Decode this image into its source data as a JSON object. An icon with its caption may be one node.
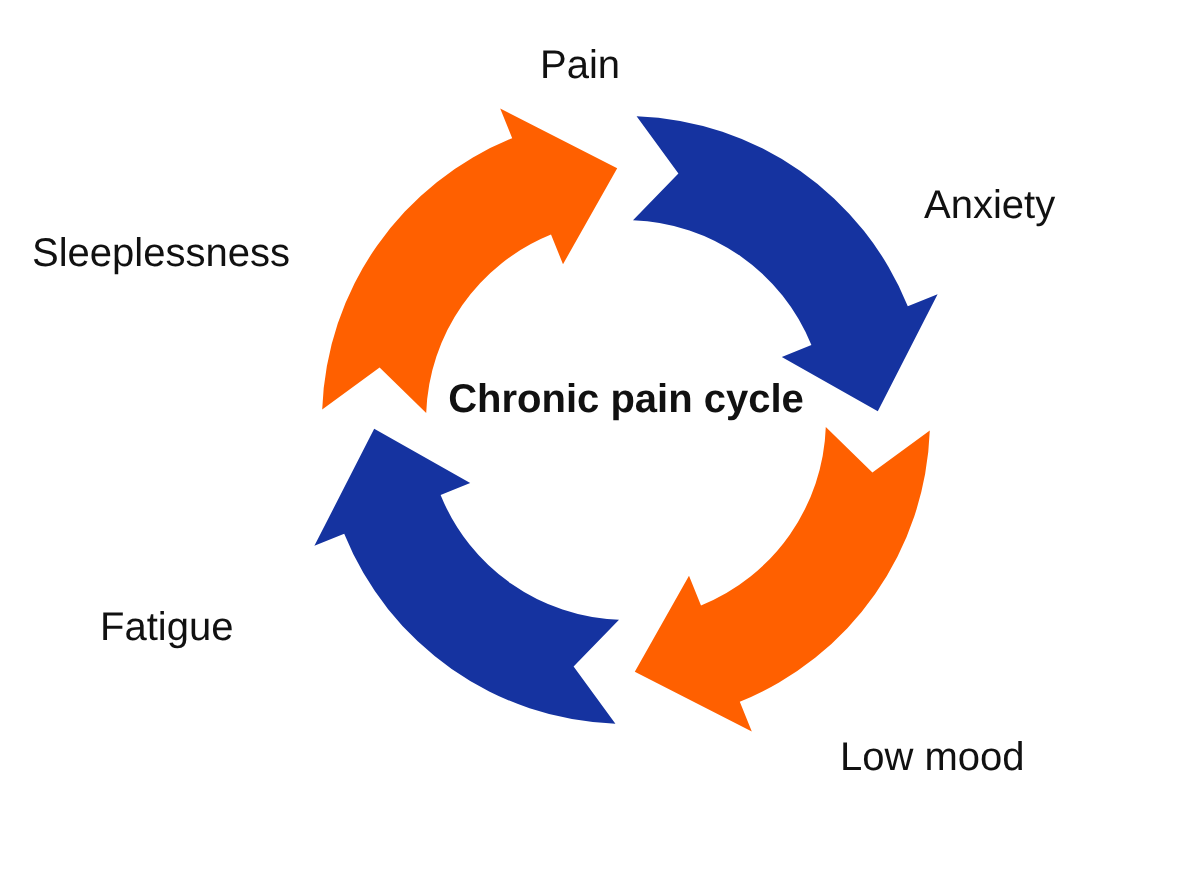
{
  "diagram": {
    "labels": [
      "Pain",
      "Anxiety",
      "Sleeplessness",
      "Chronic pain cycle",
      "Fatigue",
      "Low mood"
    ]
  }
}
